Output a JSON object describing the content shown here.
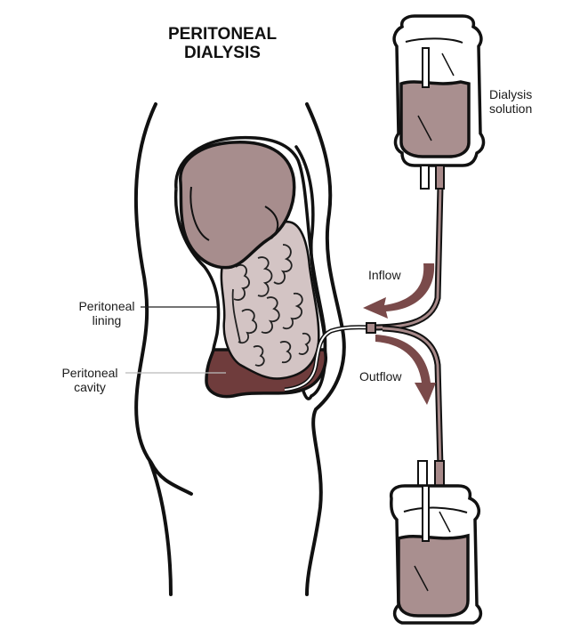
{
  "title": {
    "line1": "PERITONEAL",
    "line2": "DIALYSIS"
  },
  "labels": {
    "dialysis_solution": {
      "line1": "Dialysis",
      "line2": "solution"
    },
    "peritoneal_lining": {
      "line1": "Peritoneal",
      "line2": "lining"
    },
    "peritoneal_cavity": {
      "line1": "Peritoneal",
      "line2": "cavity"
    },
    "inflow": "Inflow",
    "outflow": "Outflow"
  },
  "colors": {
    "outline": "#111111",
    "stomach_fill": "#a78d8d",
    "intestine_fill": "#d3c4c4",
    "cavity_fill": "#6f3c3c",
    "bag_fluid": "#a98f8f",
    "arrow": "#7a4a4a",
    "tube_fill": "#a88a8a"
  }
}
